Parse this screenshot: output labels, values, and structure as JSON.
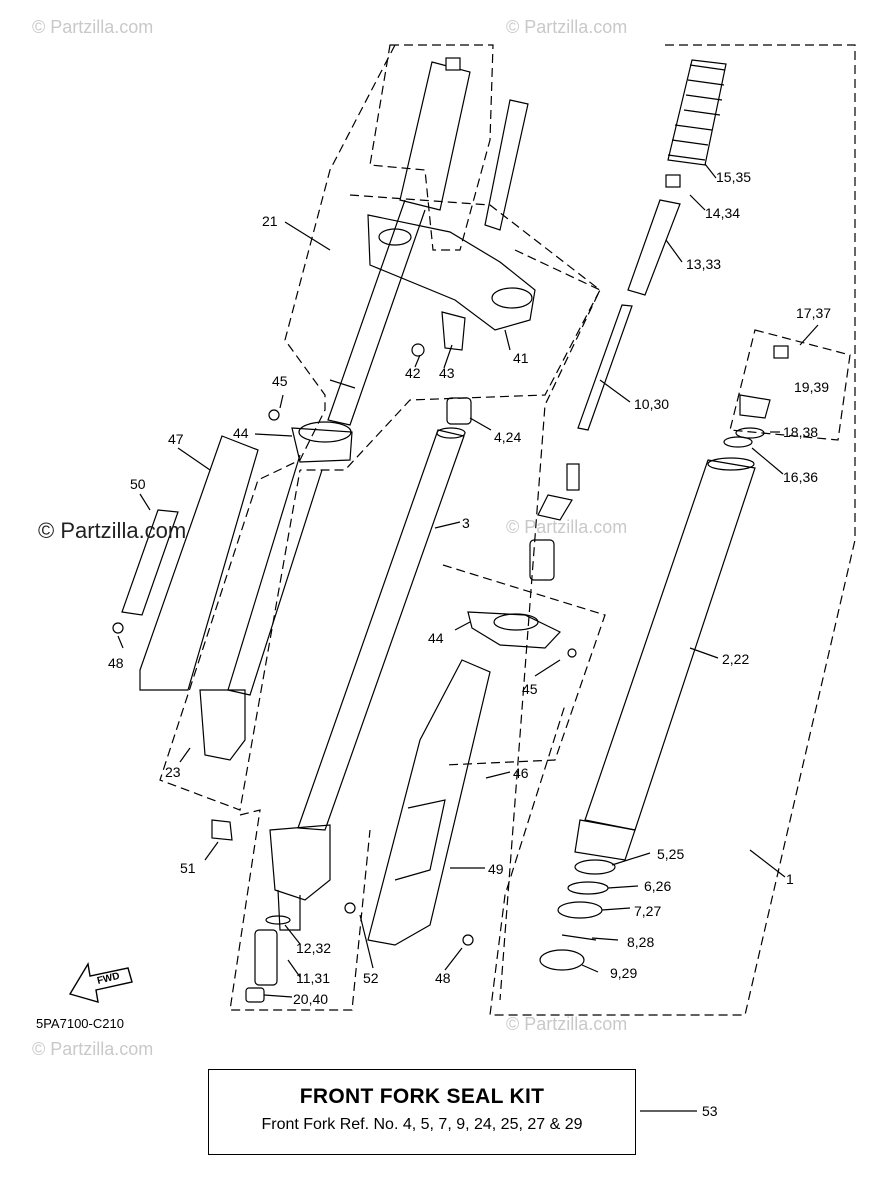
{
  "watermarks": {
    "top_left": "© Partzilla.com",
    "top_center": "© Partzilla.com",
    "mid_left": "© Partzilla.com",
    "mid_right": "© Partzilla.com",
    "bottom_left": "© Partzilla.com",
    "bottom_right": "© Partzilla.com"
  },
  "part_labels": [
    "15,35",
    "14,34",
    "13,33",
    "21",
    "17,37",
    "41",
    "19,39",
    "42",
    "43",
    "45",
    "10,30",
    "44",
    "4,24",
    "18,38",
    "47",
    "16,36",
    "50",
    "3",
    "44",
    "2,22",
    "48",
    "45",
    "23",
    "46",
    "5,25",
    "51",
    "49",
    "1",
    "6,26",
    "7,27",
    "12,32",
    "8,28",
    "11,31",
    "52",
    "48",
    "9,29",
    "20,40",
    "53"
  ],
  "fwd_arrow_label": "FWD",
  "diagram_code": "5PA7100-C210",
  "kit": {
    "title": "FRONT FORK SEAL KIT",
    "subtitle": "Front Fork Ref. No. 4, 5, 7, 9, 24, 25, 27 & 29"
  }
}
